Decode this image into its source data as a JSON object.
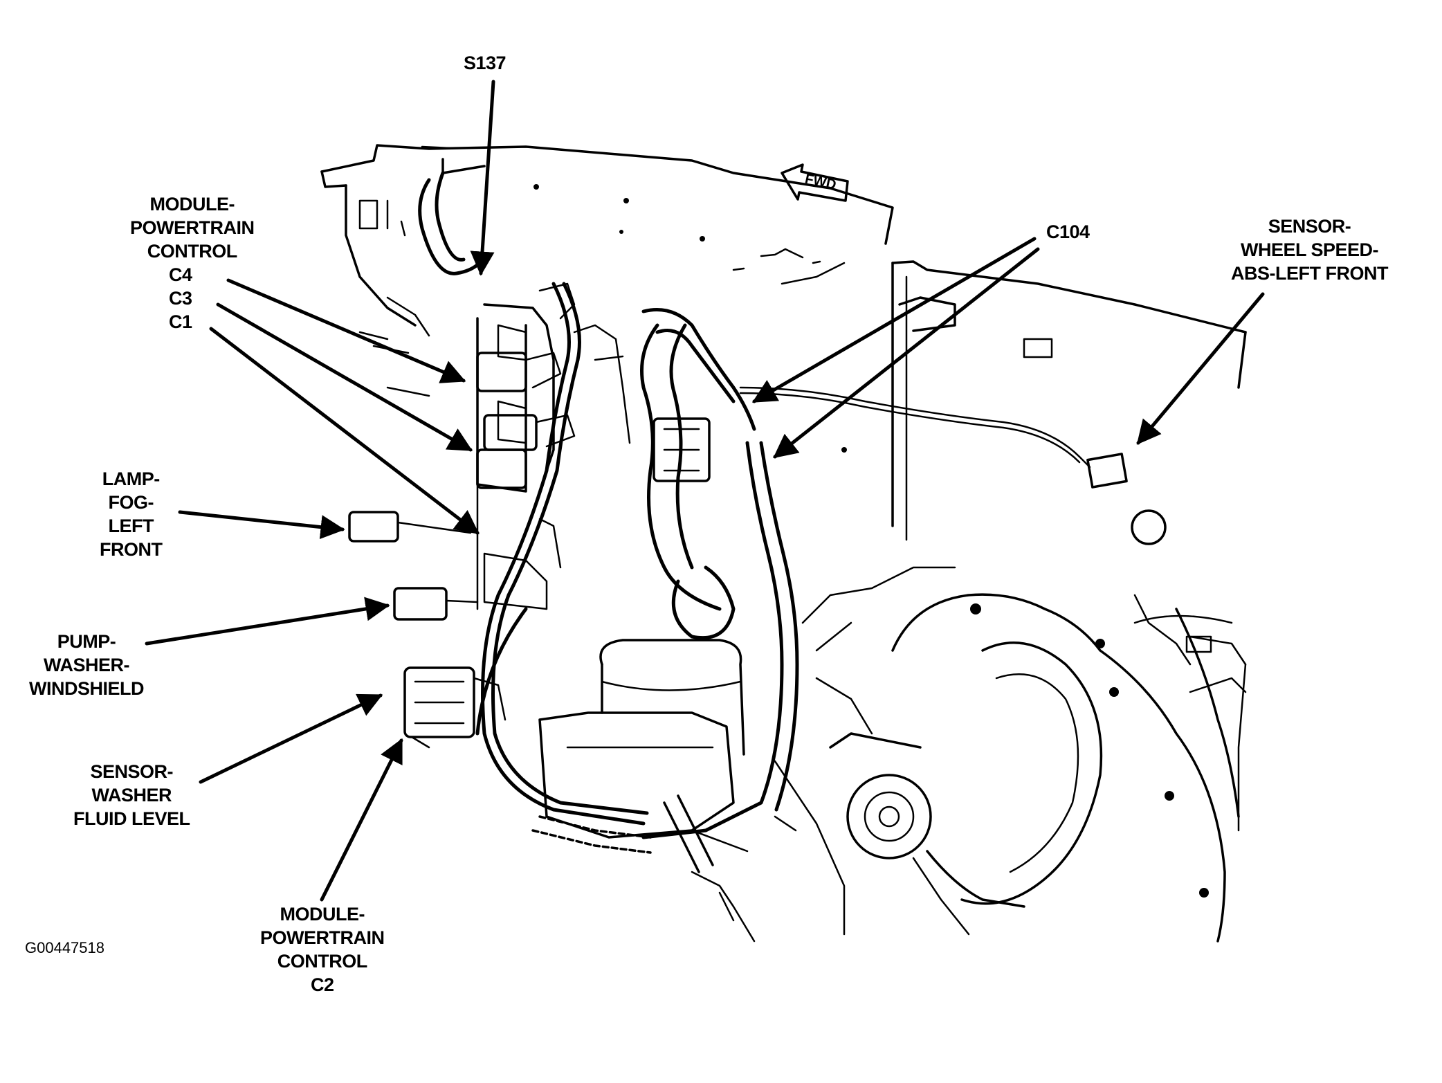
{
  "labels": {
    "s137": "S137",
    "pcm_main": [
      "MODULE-",
      "POWERTRAIN",
      "CONTROL",
      "C4",
      "C3",
      "C1"
    ],
    "c104": "C104",
    "wheel_speed": [
      "SENSOR-",
      "WHEEL SPEED-",
      "ABS-LEFT FRONT"
    ],
    "fog_lamp": [
      "LAMP-",
      "FOG-",
      "LEFT",
      "FRONT"
    ],
    "washer_pump": [
      "PUMP-",
      "WASHER-",
      "WINDSHIELD"
    ],
    "washer_sensor": [
      "SENSOR-",
      "WASHER",
      "FLUID LEVEL"
    ],
    "pcm_c2": [
      "MODULE-",
      "POWERTRAIN",
      "CONTROL",
      "C2"
    ],
    "fwd_marker": "FWD",
    "figure_code": "G00447518"
  },
  "colors": {
    "ink": "#000000",
    "paper": "#ffffff"
  }
}
